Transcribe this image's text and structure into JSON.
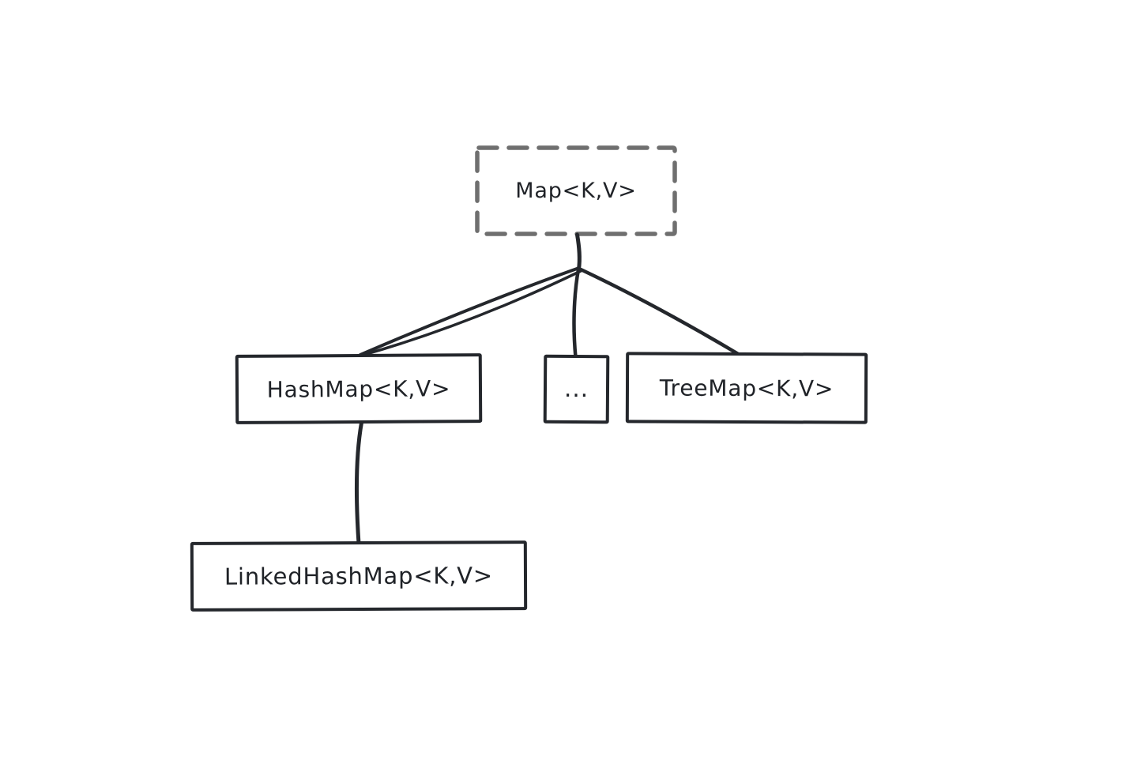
{
  "diagram_type": "class-hierarchy",
  "nodes": {
    "map": {
      "label": "Map<K,V>",
      "style": "dashed"
    },
    "hashmap": {
      "label": "HashMap<K,V>",
      "style": "solid"
    },
    "ellipsis": {
      "label": "...",
      "style": "solid"
    },
    "treemap": {
      "label": "TreeMap<K,V>",
      "style": "solid"
    },
    "linkedhashmap": {
      "label": "LinkedHashMap<K,V>",
      "style": "solid"
    }
  },
  "edges": [
    {
      "from": "map",
      "to": "hashmap"
    },
    {
      "from": "map",
      "to": "ellipsis"
    },
    {
      "from": "map",
      "to": "treemap"
    },
    {
      "from": "hashmap",
      "to": "linkedhashmap"
    }
  ],
  "colors": {
    "stroke": "#24272c",
    "dashed_stroke": "#6f6f6f",
    "text": "#1f2227",
    "background": "#ffffff"
  }
}
